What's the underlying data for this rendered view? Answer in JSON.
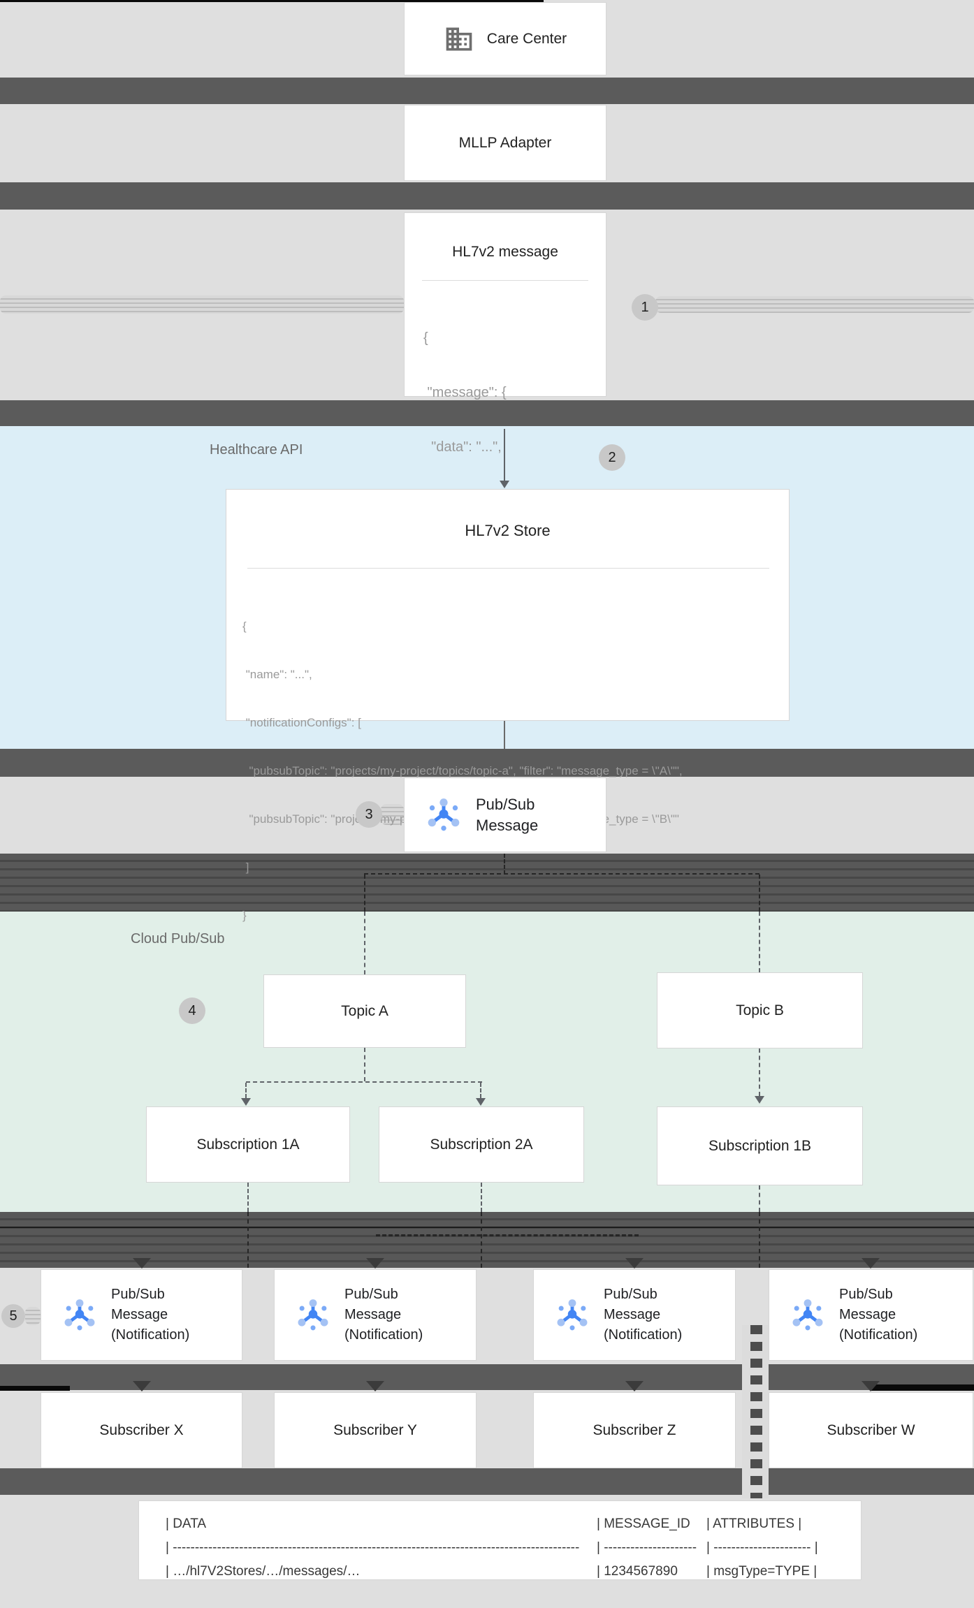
{
  "steps": [
    "1",
    "2",
    "3",
    "4",
    "5"
  ],
  "care_center": {
    "label": "Care Center"
  },
  "mllp": {
    "label": "MLLP Adapter"
  },
  "hl7_message": {
    "title": "HL7v2 message",
    "code": [
      "{",
      " \"message\": {",
      "  \"data\": \"...\",",
      " }",
      "}"
    ]
  },
  "healthcare_api": {
    "label": "Healthcare API"
  },
  "hl7_store": {
    "title": "HL7v2 Store",
    "code": [
      "{",
      " \"name\": \"...\",",
      " \"notificationConfigs\": [",
      "  \"pubsubTopic\": \"projects/my-project/topics/topic-a\", \"filter\": \"message_type = \\\"A\\\"\",",
      "  \"pubsubTopic\": \"projects/my-project/topics/topic-b\", \"filter\": \"message_type = \\\"B\\\"\"",
      " ]",
      "}"
    ]
  },
  "pubsub_message": {
    "lines": [
      "Pub/Sub",
      "Message"
    ]
  },
  "cloud_pubsub": {
    "label": "Cloud Pub/Sub"
  },
  "topics": {
    "a": "Topic A",
    "b": "Topic B"
  },
  "subscriptions": {
    "s1a": "Subscription 1A",
    "s2a": "Subscription 2A",
    "s1b": "Subscription 1B"
  },
  "notification": {
    "lines": [
      "Pub/Sub",
      "Message",
      "(Notification)"
    ]
  },
  "subscribers": [
    "Subscriber X",
    "Subscriber Y",
    "Subscriber Z",
    "Subscriber W"
  ],
  "message_table": {
    "header": [
      "| DATA",
      "| MESSAGE_ID",
      "| ATTRIBUTES |"
    ],
    "divider": [
      "| --------------------------------------------------------------------------------------------",
      "| ---------------------",
      "| ---------------------- |"
    ],
    "row": [
      "| …/hl7V2Stores/…/messages/…",
      "| 1234567890",
      "| msgType=TYPE |"
    ]
  },
  "colors": {
    "pubsub_blue": "#4285f4",
    "pubsub_light": "#a4c2f4",
    "pubsub_mid": "#7baaf7",
    "healthcare_section_bg": "#dceef7",
    "pubsub_section_bg": "#e1efe8",
    "band_gray": "#5b5b5b",
    "icon_gray": "#6e6e6e"
  }
}
